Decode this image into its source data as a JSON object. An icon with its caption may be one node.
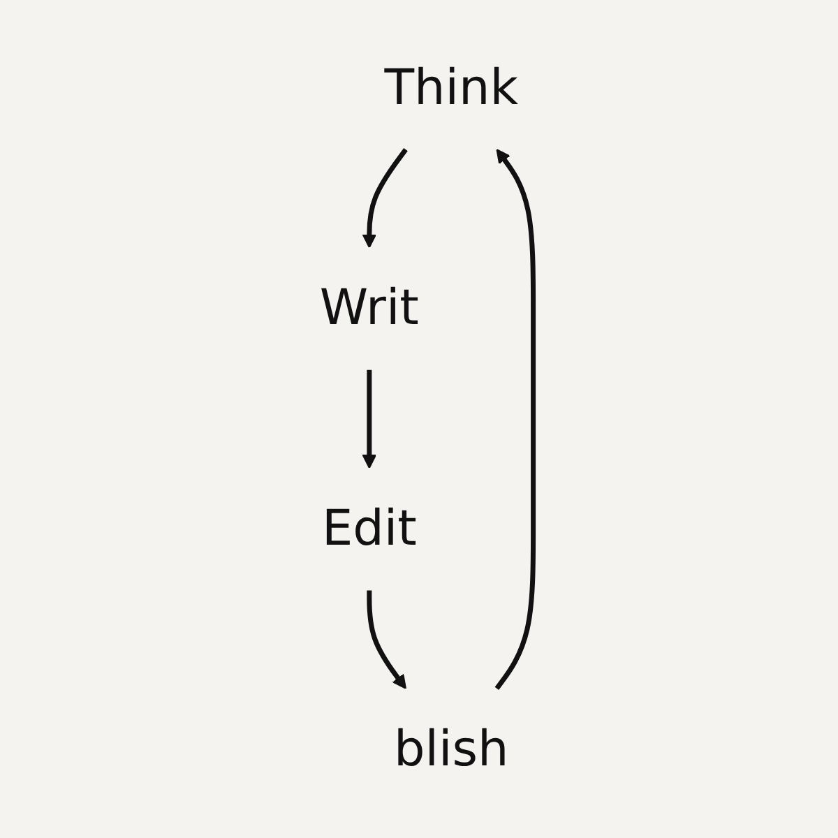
{
  "diagram": {
    "nodes": [
      {
        "text": [
          "Think"
        ]
      },
      {
        "text": [
          "blish"
        ]
      },
      {
        "text": [
          "Writ"
        ]
      },
      {
        "text": [
          "Edit"
        ]
      }
    ],
    "edges": [
      {
        "from": 0,
        "to": 2,
        "arrow": "to"
      },
      {
        "from": 2,
        "to": 3,
        "arrow": "to"
      },
      {
        "from": 3,
        "to": 1,
        "arrow": "to"
      },
      {
        "from": 1,
        "to": 0,
        "arrow": "to"
      }
    ]
  }
}
